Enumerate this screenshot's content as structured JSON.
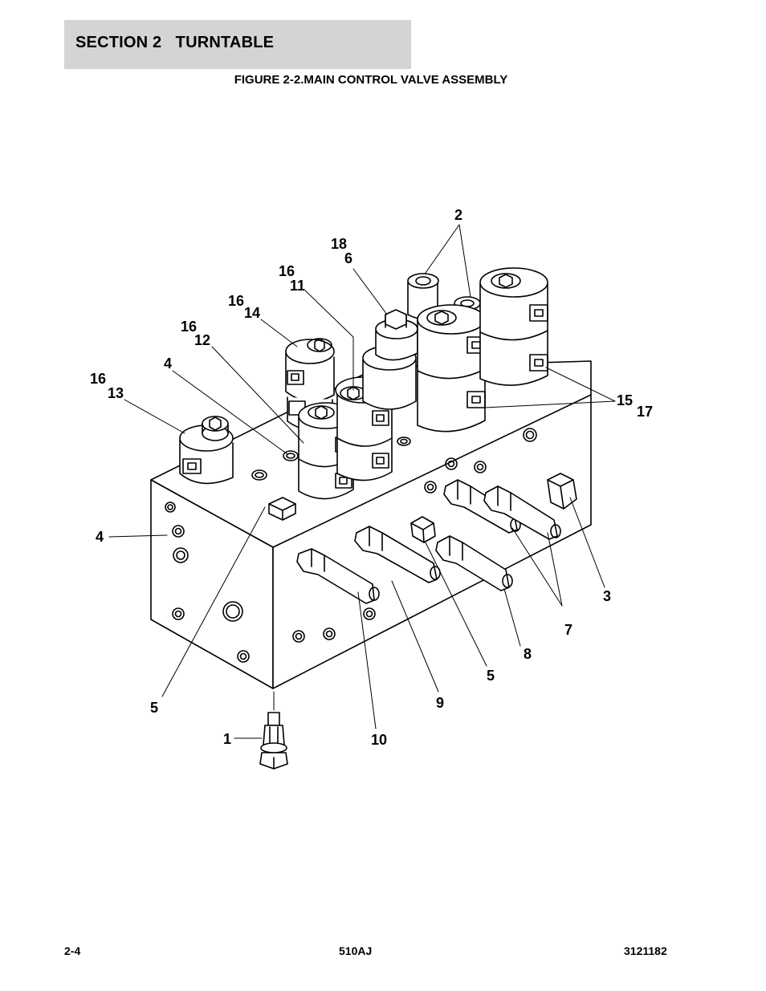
{
  "header": {
    "section": "SECTION 2   TURNTABLE",
    "figure_title": "FIGURE 2-2.MAIN CONTROL VALVE ASSEMBLY"
  },
  "callouts": [
    {
      "text": "2"
    },
    {
      "text": "18"
    },
    {
      "text": "6"
    },
    {
      "text": "16"
    },
    {
      "text": "11"
    },
    {
      "text": "16"
    },
    {
      "text": "14"
    },
    {
      "text": "16"
    },
    {
      "text": "12"
    },
    {
      "text": "4"
    },
    {
      "text": "16"
    },
    {
      "text": "13"
    },
    {
      "text": "15"
    },
    {
      "text": "17"
    },
    {
      "text": "4"
    },
    {
      "text": "3"
    },
    {
      "text": "7"
    },
    {
      "text": "8"
    },
    {
      "text": "5"
    },
    {
      "text": "9"
    },
    {
      "text": "5"
    },
    {
      "text": "10"
    },
    {
      "text": "1"
    }
  ],
  "footer": {
    "left": "2-4",
    "center": "510AJ",
    "right": "3121182"
  }
}
